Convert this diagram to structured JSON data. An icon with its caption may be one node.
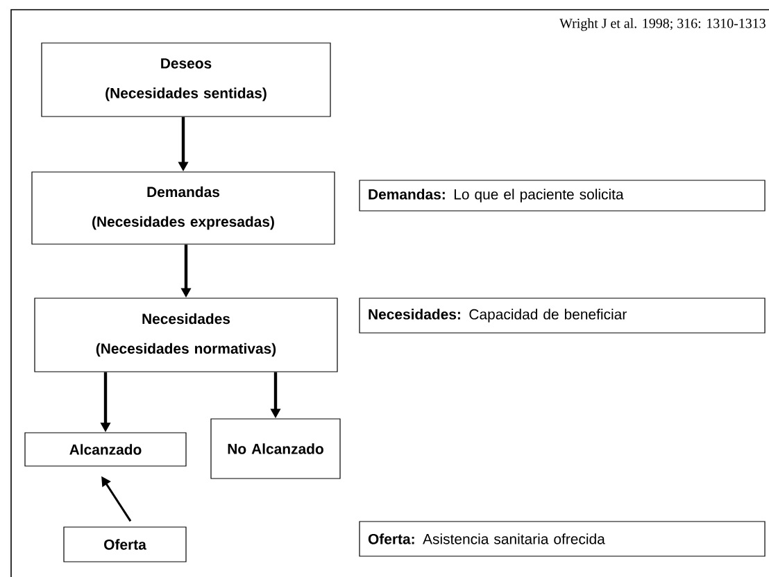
{
  "diagram": {
    "nodes": [
      {
        "text": [
          "Deseos",
          "(Necesidades sentidas)"
        ]
      },
      {
        "text": [
          "Demandas",
          "(Necesidades expresadas)"
        ]
      },
      {
        "text": [
          "Necesidades",
          "(Necesidades normativas)"
        ]
      },
      {
        "text": [
          "Alcanzado"
        ]
      },
      {
        "text": [
          "No Alcanzado"
        ]
      },
      {
        "text": [
          "Oferta"
        ]
      },
      {
        "text": [
          "**Demandas:** Lo que el paciente solicita"
        ]
      },
      {
        "text": [
          "**Necesidades:** Capacidad de beneficiar"
        ]
      },
      {
        "text": [
          "**Oferta:** Asistencia sanitaria ofrecida"
        ]
      }
    ],
    "edges": [
      {
        "from": 0,
        "to": 1,
        "arrow": "to"
      },
      {
        "from": 1,
        "to": 2,
        "arrow": "to"
      },
      {
        "from": 2,
        "to": 3,
        "arrow": "to"
      },
      {
        "from": 2,
        "to": 4,
        "arrow": "to"
      },
      {
        "from": 5,
        "to": 3,
        "arrow": "to"
      }
    ],
    "labels": [
      "Wright J et al. 1998; 316: 1310-1313"
    ]
  }
}
